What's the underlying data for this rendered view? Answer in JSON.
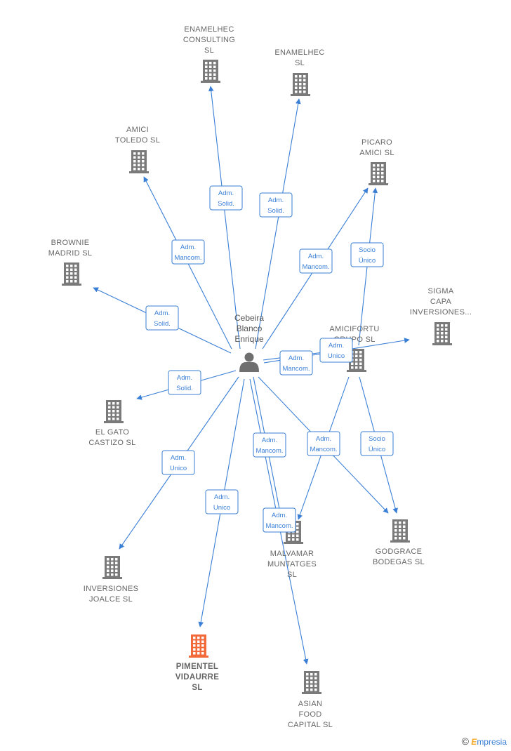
{
  "person": {
    "name_lines": [
      "Cebeira",
      "Blanco",
      "Enrique"
    ],
    "icon": "person-icon"
  },
  "companies": [
    {
      "id": "enamelhec-consulting",
      "lines": [
        "ENAMELHEC",
        "CONSULTING",
        "SL"
      ],
      "icon": "building-icon"
    },
    {
      "id": "enamelhec",
      "lines": [
        "ENAMELHEC",
        "SL"
      ],
      "icon": "building-icon"
    },
    {
      "id": "amici-toledo",
      "lines": [
        "AMICI",
        "TOLEDO  SL"
      ],
      "icon": "building-icon"
    },
    {
      "id": "picaro-amici",
      "lines": [
        "PICARO",
        "AMICI  SL"
      ],
      "icon": "building-icon"
    },
    {
      "id": "brownie-madrid",
      "lines": [
        "BROWNIE",
        "MADRID  SL"
      ],
      "icon": "building-icon"
    },
    {
      "id": "sigma-capa",
      "lines": [
        "SIGMA",
        "CAPA",
        "INVERSIONES..."
      ],
      "icon": "building-icon"
    },
    {
      "id": "amicifortu-grupo",
      "lines": [
        "AMICIFORTU",
        "GRUPO  SL"
      ],
      "icon": "building-icon"
    },
    {
      "id": "el-gato-castizo",
      "lines": [
        "EL GATO",
        "CASTIZO  SL"
      ],
      "icon": "building-icon"
    },
    {
      "id": "malvamar-muntatges",
      "lines": [
        "MALVAMAR",
        "MUNTATGES",
        "SL"
      ],
      "icon": "building-icon"
    },
    {
      "id": "godgrace-bodegas",
      "lines": [
        "GODGRACE",
        "BODEGAS  SL"
      ],
      "icon": "building-icon"
    },
    {
      "id": "inversiones-joalce",
      "lines": [
        "INVERSIONES",
        "JOALCE  SL"
      ],
      "icon": "building-icon"
    },
    {
      "id": "pimentel-vidaurre",
      "lines": [
        "PIMENTEL",
        "VIDAURRE",
        "SL"
      ],
      "icon": "building-icon",
      "highlight": true
    },
    {
      "id": "asian-food-capital",
      "lines": [
        "ASIAN",
        "FOOD",
        "CAPITAL  SL"
      ],
      "icon": "building-icon"
    }
  ],
  "edges": [
    {
      "from": "person",
      "to": "enamelhec-consulting",
      "label": [
        "Adm.",
        "Solid."
      ]
    },
    {
      "from": "person",
      "to": "enamelhec",
      "label": [
        "Adm.",
        "Solid."
      ]
    },
    {
      "from": "person",
      "to": "amici-toledo",
      "label": [
        "Adm.",
        "Mancom."
      ]
    },
    {
      "from": "person",
      "to": "picaro-amici",
      "label": [
        "Adm.",
        "Mancom."
      ]
    },
    {
      "from": "person",
      "to": "brownie-madrid",
      "label": [
        "Adm.",
        "Solid."
      ]
    },
    {
      "from": "person",
      "to": "sigma-capa",
      "label": [
        "Adm.",
        "Mancom."
      ]
    },
    {
      "from": "person",
      "to": "amicifortu-grupo",
      "label": [
        "Adm.",
        "Unico"
      ]
    },
    {
      "from": "person",
      "to": "el-gato-castizo",
      "label": [
        "Adm.",
        "Solid."
      ]
    },
    {
      "from": "person",
      "to": "malvamar-muntatges",
      "label": [
        "Adm.",
        "Mancom."
      ]
    },
    {
      "from": "person",
      "to": "godgrace-bodegas",
      "label": [
        "Adm.",
        "Mancom."
      ]
    },
    {
      "from": "person",
      "to": "inversiones-joalce",
      "label": [
        "Adm.",
        "Unico"
      ]
    },
    {
      "from": "person",
      "to": "pimentel-vidaurre",
      "label": [
        "Adm.",
        "Unico"
      ]
    },
    {
      "from": "person",
      "to": "asian-food-capital",
      "label": [
        "Adm.",
        "Mancom."
      ]
    },
    {
      "from": "amicifortu-grupo",
      "to": "picaro-amici",
      "label": [
        "Socio",
        "Único"
      ]
    },
    {
      "from": "amicifortu-grupo",
      "to": "godgrace-bodegas",
      "label": [
        "Socio",
        "Único"
      ]
    },
    {
      "from": "amicifortu-grupo",
      "to": "malvamar-muntatges",
      "label": [
        "Adm.",
        "Mancom."
      ]
    }
  ],
  "colors": {
    "edge": "#3a7fd6",
    "building": "#7a7a7a",
    "highlight": "#f26a3a",
    "person": "#6f6f6f"
  },
  "footer": {
    "copyright_symbol": "©",
    "brand_initial": "E",
    "brand_rest": "mpresia"
  }
}
